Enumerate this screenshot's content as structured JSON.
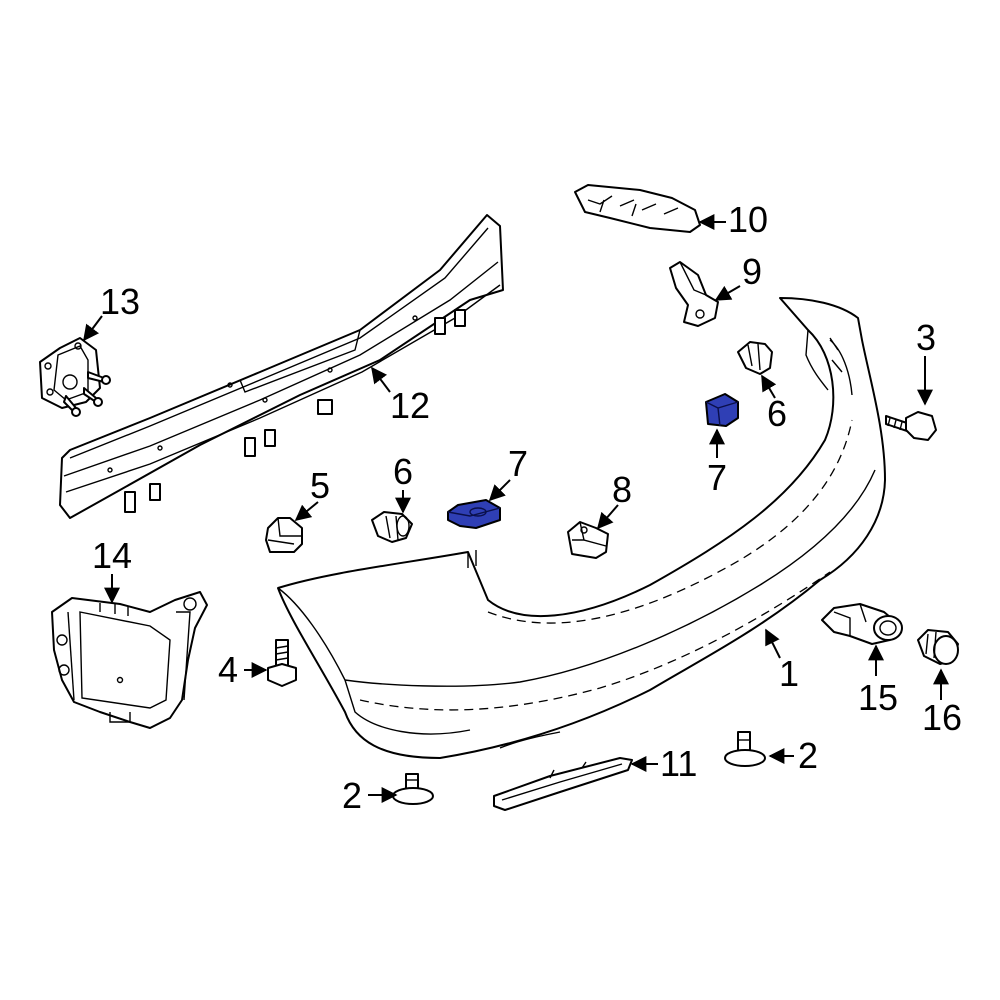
{
  "callouts": {
    "c1": "1",
    "c2a": "2",
    "c2b": "2",
    "c3": "3",
    "c4": "4",
    "c5": "5",
    "c6a": "6",
    "c6b": "6",
    "c7a": "7",
    "c7b": "7",
    "c8": "8",
    "c9": "9",
    "c10": "10",
    "c11": "11",
    "c12": "12",
    "c13": "13",
    "c14": "14",
    "c15": "15",
    "c16": "16"
  },
  "colors": {
    "highlight": "#2f3fb5",
    "line": "#000000",
    "background": "#ffffff"
  },
  "highlighted_parts": [
    "7"
  ]
}
